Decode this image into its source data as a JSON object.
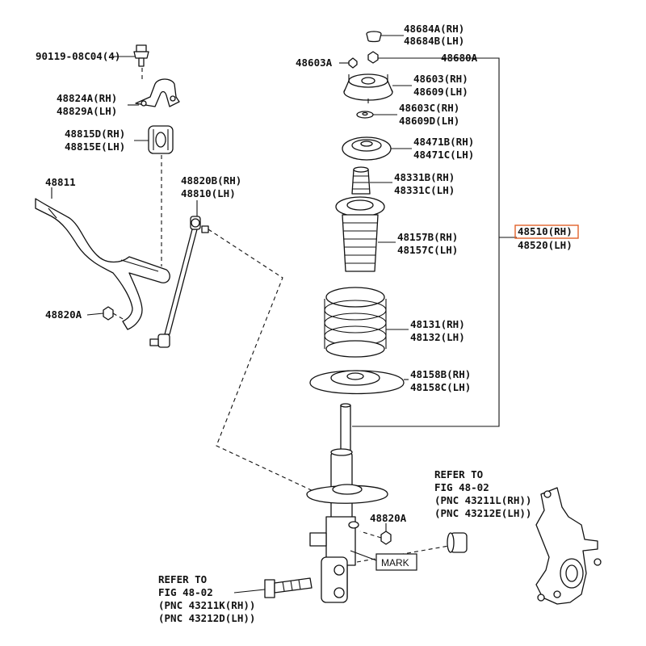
{
  "callouts": {
    "bolt_top": "90119-08C04(4)",
    "bracket_rh": "48824A(RH)",
    "bracket_lh": "48829A(LH)",
    "bushing_rh": "48815D(RH)",
    "bushing_lh": "48815E(LH)",
    "stabilizer_bar": "48811",
    "link_rh": "48820B(RH)",
    "link_lh": "48810(LH)",
    "nut_left": "48820A",
    "cap_rh": "48684A(RH)",
    "cap_lh": "48684B(LH)",
    "nut_small": "48603A",
    "nut_top": "48680A",
    "support_rh": "48603(RH)",
    "support_lh": "48609(LH)",
    "washer_rh": "48603C(RH)",
    "washer_lh": "48609D(LH)",
    "spring_seat_rh": "48471B(RH)",
    "spring_seat_lh": "48471C(LH)",
    "bumper_rh": "48331B(RH)",
    "bumper_lh": "48331C(LH)",
    "boot_rh": "48157B(RH)",
    "boot_lh": "48157C(LH)",
    "spring_rh": "48131(RH)",
    "spring_lh": "48132(LH)",
    "insulator_rh": "48158B(RH)",
    "insulator_lh": "48158C(LH)",
    "absorber_rh": "48510(RH)",
    "absorber_lh": "48520(LH)",
    "nut_lower": "48820A",
    "mark": "MARK",
    "refer_a_1": "REFER TO",
    "refer_a_2": "FIG 48-02",
    "refer_a_3": "(PNC 43211L(RH))",
    "refer_a_4": "(PNC 43212E(LH))",
    "refer_b_1": "REFER TO",
    "refer_b_2": "FIG 48-02",
    "refer_b_3": "(PNC 43211K(RH))",
    "refer_b_4": "(PNC 43212D(LH))"
  },
  "colors": {
    "highlight": "#e0622a",
    "line": "#111111"
  }
}
